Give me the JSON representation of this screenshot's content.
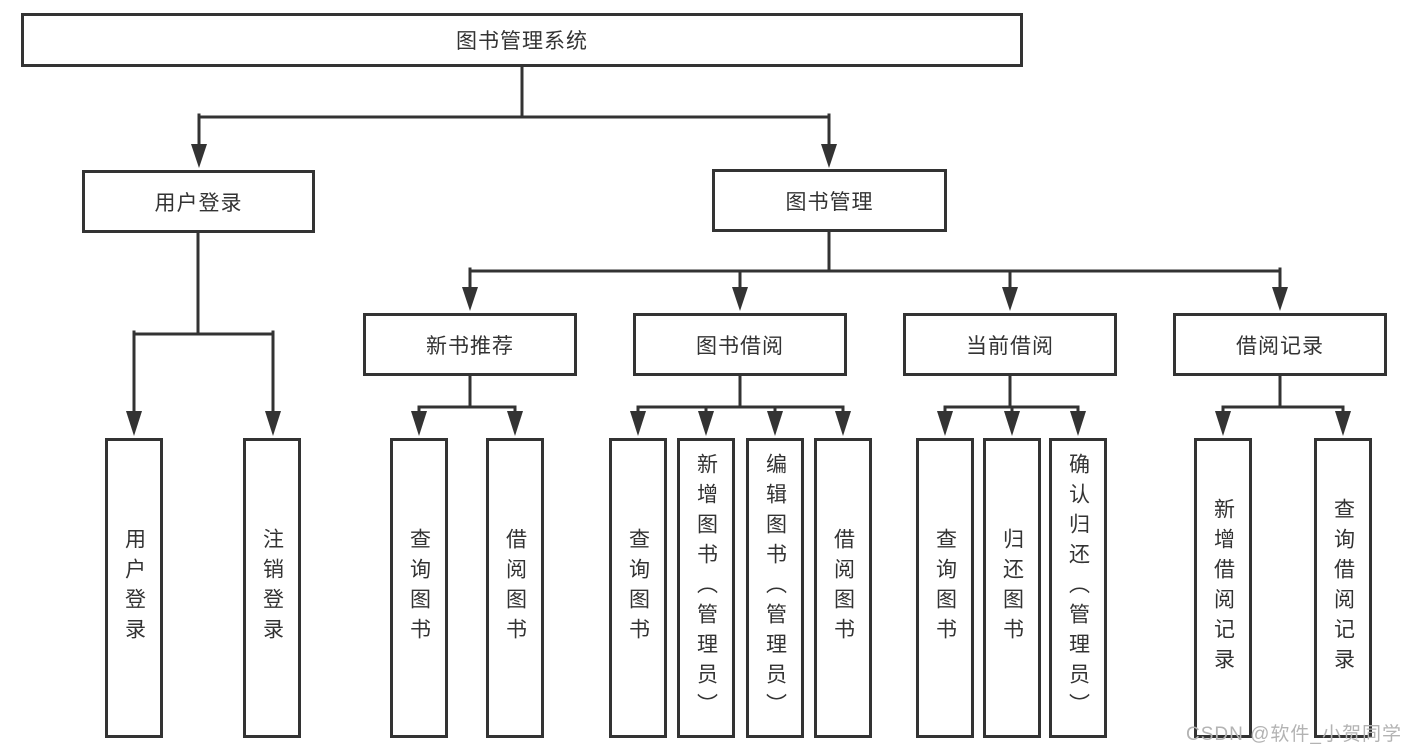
{
  "title": "图书管理系统",
  "tree": {
    "label": "图书管理系统",
    "children": [
      {
        "label": "用户登录",
        "children": [
          {
            "label": "用户登录"
          },
          {
            "label": "注销登录"
          }
        ]
      },
      {
        "label": "图书管理",
        "children": [
          {
            "label": "新书推荐",
            "children": [
              {
                "label": "查询图书"
              },
              {
                "label": "借阅图书"
              }
            ]
          },
          {
            "label": "图书借阅",
            "children": [
              {
                "label": "查询图书"
              },
              {
                "label": "新增图书（管理员）"
              },
              {
                "label": "编辑图书（管理员）"
              },
              {
                "label": "借阅图书"
              }
            ]
          },
          {
            "label": "当前借阅",
            "children": [
              {
                "label": "查询图书"
              },
              {
                "label": "归还图书"
              },
              {
                "label": "确认归还（管理员）"
              }
            ]
          },
          {
            "label": "借阅记录",
            "children": [
              {
                "label": "新增借阅记录"
              },
              {
                "label": "查询借阅记录"
              }
            ]
          }
        ]
      }
    ]
  },
  "watermark": {
    "text": "CSDN @软件_小贺同学"
  },
  "colors": {
    "line": "#333333",
    "text": "#333333",
    "background": "#ffffff",
    "watermark": "#b3b3b3"
  }
}
